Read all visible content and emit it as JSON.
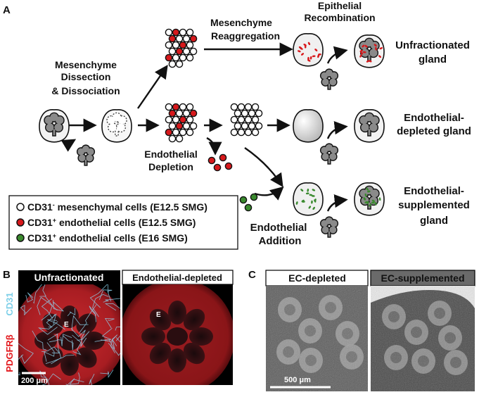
{
  "panels": {
    "a": "A",
    "b": "B",
    "c": "C"
  },
  "steps": {
    "dissection_line1": "Mesenchyme",
    "dissection_line2": "Dissection",
    "dissection_line3": "& Dissociation",
    "reaggregation_line1": "Mesenchyme",
    "reaggregation_line2": "Reaggregation",
    "recombination_line1": "Epithelial",
    "recombination_line2": "Recombination",
    "depletion_line1": "Endothelial",
    "depletion_line2": "Depletion",
    "addition_line1": "Endothelial",
    "addition_line2": "Addition"
  },
  "outcomes": {
    "unfractionated_line1": "Unfractionated",
    "unfractionated_line2": "gland",
    "depleted_line1": "Endothelial-",
    "depleted_line2": "depleted gland",
    "supplemented_line1": "Endothelial-",
    "supplemented_line2": "supplemented",
    "supplemented_line3": "gland"
  },
  "legend": {
    "items": [
      {
        "pre": "CD31",
        "sup": "-",
        "post": " mesenchymal cells (E12.5 SMG)",
        "color": "#ffffff"
      },
      {
        "pre": "CD31",
        "sup": "+",
        "post": " endothelial cells (E12.5 SMG)",
        "color": "#d7191c"
      },
      {
        "pre": "CD31",
        "sup": "+",
        "post": " endothelial cells (E16 SMG)",
        "color": "#3a8a2e"
      }
    ]
  },
  "panel_b": {
    "header_left": "Unfractionated",
    "header_right": "Endothelial-depleted",
    "stain_red": "PDGFRβ",
    "stain_blue": "CD31",
    "epithelium_label_left": "E",
    "epithelium_label_right": "E",
    "scale": "200 μm"
  },
  "panel_c": {
    "header_left": "EC-depleted",
    "header_right": "EC-supplemented",
    "scale": "500 μm"
  },
  "colors": {
    "red_cell": "#d7191c",
    "green_cell": "#3a8a2e",
    "gland_gray": "#8a8a8a",
    "capsule_fill": "#f2f2f2",
    "fluor_red": "#b01e22",
    "fluor_blue": "#8fd4ee"
  }
}
